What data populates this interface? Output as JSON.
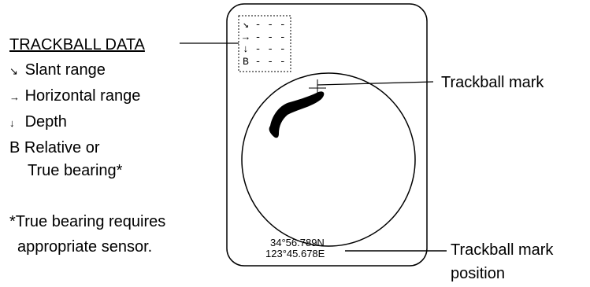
{
  "legend": {
    "title": "TRACKBALL DATA",
    "items": [
      {
        "icon": "↘",
        "label": "Slant range"
      },
      {
        "icon": "→",
        "label": "Horizontal range"
      },
      {
        "icon": "↓",
        "label": "Depth"
      },
      {
        "icon": "B",
        "label": "Relative or"
      }
    ],
    "item_cont": "True bearing*",
    "footnote_1": "*True bearing requires",
    "footnote_2": "appropriate sensor."
  },
  "readout": {
    "rows": [
      {
        "icon": "↘",
        "value": "- - -"
      },
      {
        "icon": "→",
        "value": "- - -"
      },
      {
        "icon": "↓",
        "value": "- - -"
      },
      {
        "icon": "B",
        "value": "- - -"
      }
    ]
  },
  "position": {
    "lat": "34°56.789N",
    "lon": "123°45.678E"
  },
  "callouts": {
    "mark": "Trackball mark",
    "position_1": "Trackball mark",
    "position_2": "position"
  }
}
